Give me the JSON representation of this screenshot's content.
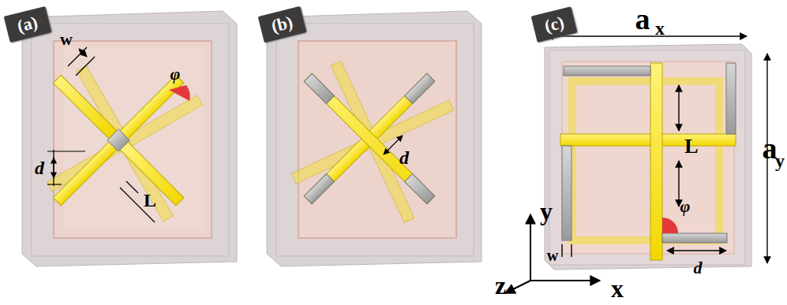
{
  "diagram": {
    "nodes": [
      {
        "text": [
          "(a)"
        ]
      },
      {
        "text": [
          "(b)"
        ]
      },
      {
        "text": [
          "(c)"
        ]
      }
    ],
    "labels": [
      "w",
      "φ",
      "d",
      "L",
      "d",
      "a",
      "x",
      "a",
      "y",
      "L",
      "φ",
      "w",
      "d",
      "y",
      "z",
      "x"
    ]
  }
}
